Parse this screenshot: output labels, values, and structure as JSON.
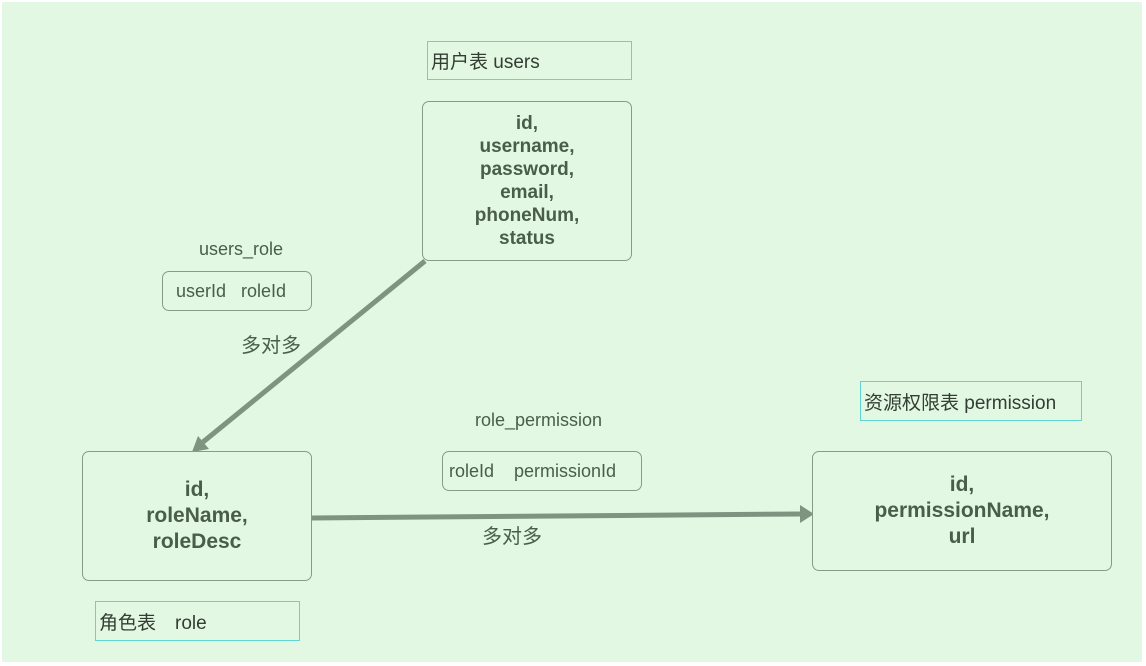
{
  "tables": {
    "users": {
      "title": "用户表 users",
      "fields": [
        "id,",
        "username,",
        "password,",
        "email,",
        "phoneNum,",
        "status"
      ]
    },
    "role": {
      "title": "角色表　role",
      "fields": [
        "id,",
        "roleName,",
        "roleDesc"
      ]
    },
    "permission": {
      "title": "资源权限表 permission",
      "fields": [
        "id,",
        "permissionName,",
        "url"
      ]
    }
  },
  "links": {
    "users_role": {
      "name": "users_role",
      "columns": "userId   roleId",
      "relation": "多对多"
    },
    "role_permission": {
      "name": "role_permission",
      "columns": "roleId    permissionId",
      "relation": "多对多"
    }
  },
  "colors": {
    "background": "#e2f8e2",
    "title_border": "#5fd6d6",
    "edge": "#7f9480",
    "text": "#4a5d4a"
  }
}
